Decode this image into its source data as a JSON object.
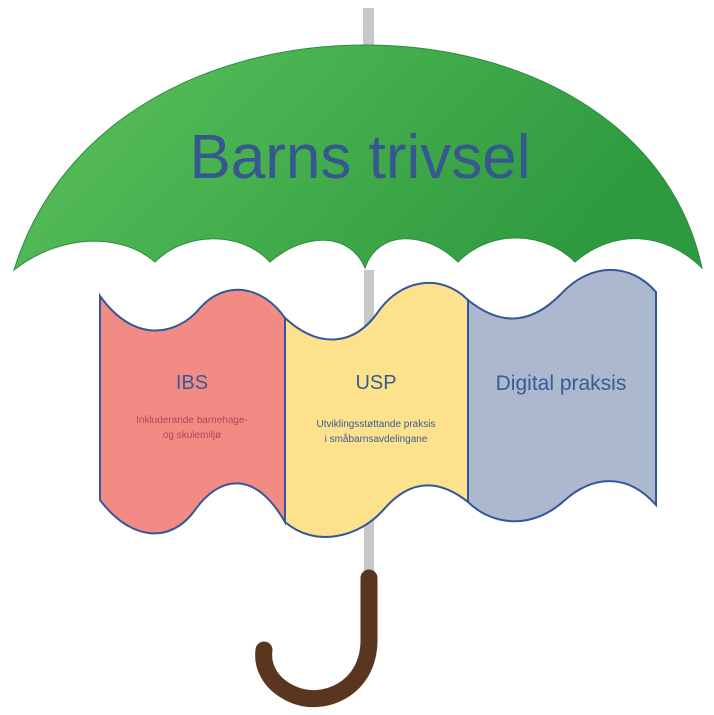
{
  "title": "Barns trivsel",
  "panels": [
    {
      "key": "ibs",
      "title": "IBS",
      "subtitle_lines": [
        "Inkluderande barnehage-",
        "og skulemiljø"
      ],
      "fill": "#f28b84",
      "title_color": "#3a5a93",
      "sub_color": "#b6455b"
    },
    {
      "key": "usp",
      "title": "USP",
      "subtitle_lines": [
        "Utviklingsstøttande praksis",
        "i småbarnsavdelingane"
      ],
      "fill": "#fde28d",
      "title_color": "#3a5a93",
      "sub_color": "#3a5a93"
    },
    {
      "key": "digital",
      "title": "Digital praksis",
      "subtitle_lines": [],
      "fill": "#abb8cd",
      "title_color": "#3a5a93",
      "sub_color": "#3a5a93"
    }
  ],
  "colors": {
    "canopy_light": "#5cc25c",
    "canopy_dark": "#2e9a3f",
    "canopy_edge": "#2f8b3d",
    "title": "#36588f",
    "panel_border": "#35569a",
    "shaft": "#c8c8c8",
    "handle": "#5a3620"
  }
}
